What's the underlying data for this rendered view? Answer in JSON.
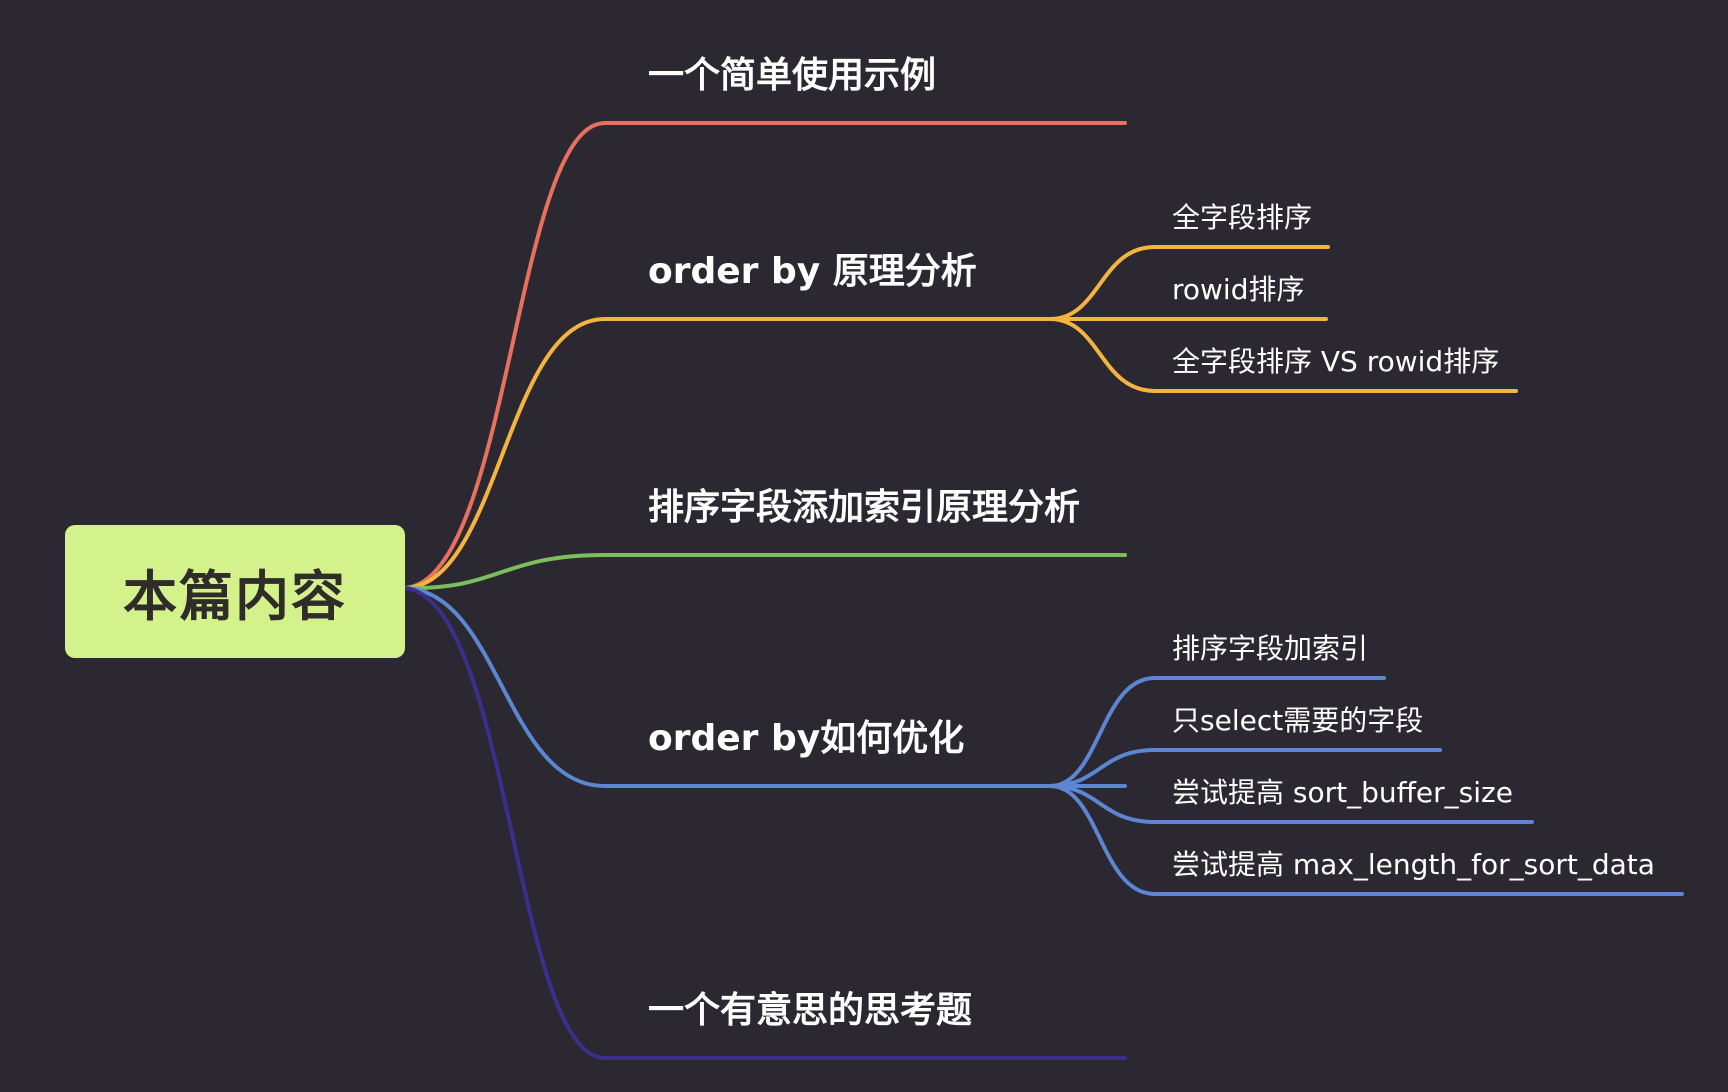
{
  "root": {
    "label": "本篇内容"
  },
  "branches": [
    {
      "label": "一个简单使用示例",
      "color": "#e8705e"
    },
    {
      "label": "order by 原理分析",
      "color": "#f4b440",
      "children": [
        "全字段排序",
        "rowid排序",
        "全字段排序 VS rowid排序"
      ]
    },
    {
      "label": "排序字段添加索引原理分析",
      "color": "#7cbf5a"
    },
    {
      "label": "order by如何优化",
      "color": "#5b86d2",
      "children": [
        "排序字段加索引",
        "只select需要的字段",
        "尝试提高 sort_buffer_size",
        "尝试提高 max_length_for_sort_data"
      ]
    },
    {
      "label": "一个有意思的思考题",
      "color": "#3a2f8c"
    }
  ]
}
